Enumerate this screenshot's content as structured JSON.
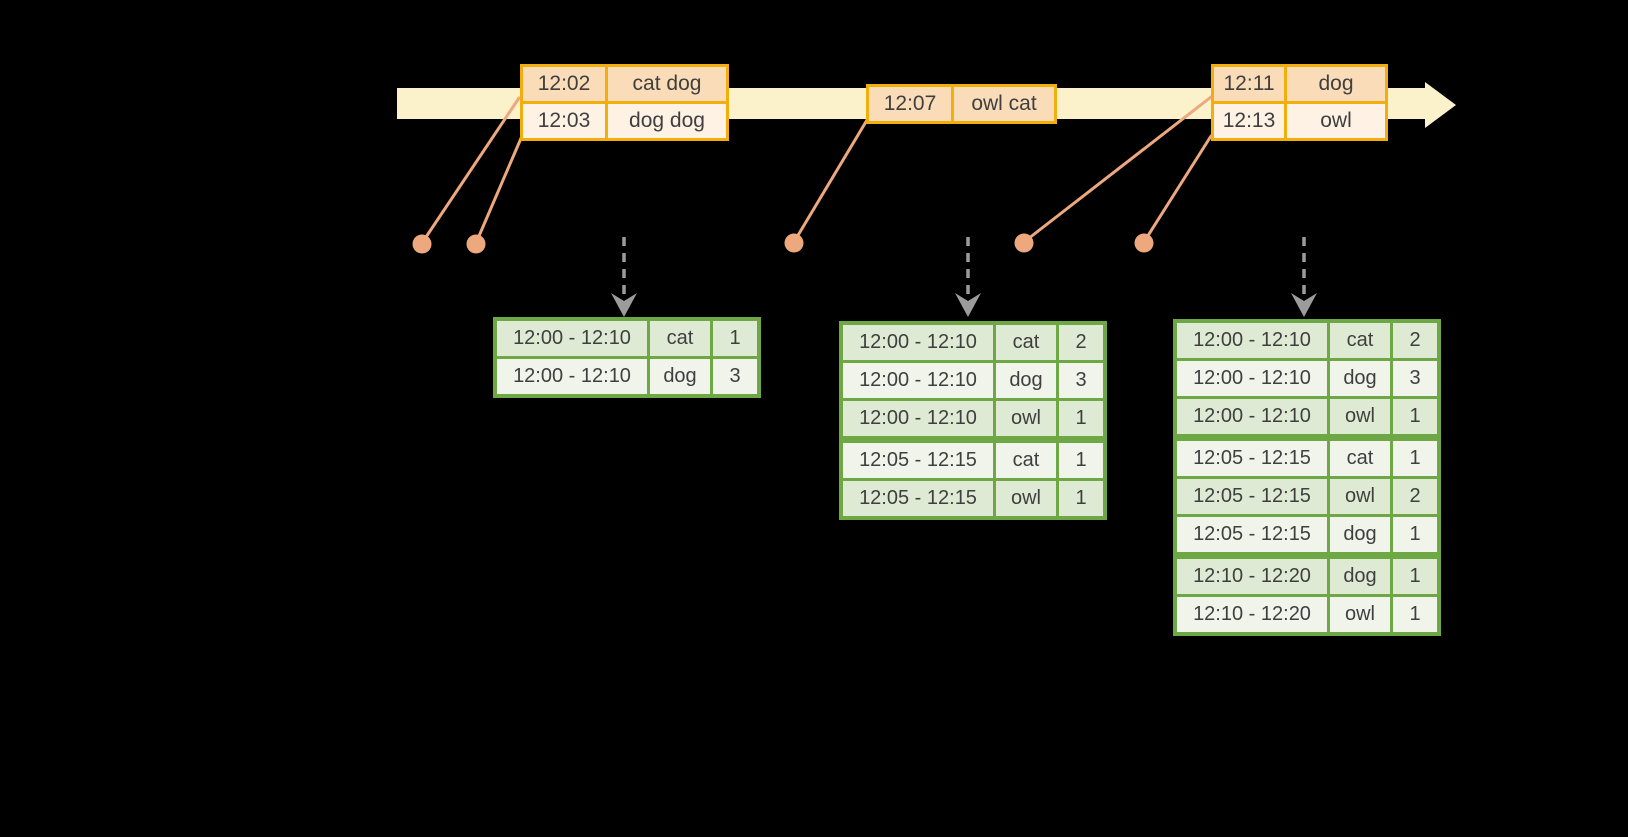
{
  "colors": {
    "background": "#000000",
    "band": "#FBF1CB",
    "gold": "#F2AE0C",
    "peach": "#FADCB9",
    "cream": "#FDF2E3",
    "salmon": "#EDA87D",
    "green": "#6EA844",
    "sage": "#DFEAD4",
    "sagelight": "#F0F4EB",
    "gray": "#9C9C9C",
    "ink": "#3F3F3F"
  },
  "event_tables": [
    {
      "rows": [
        {
          "time": "12:02",
          "words": "cat dog"
        },
        {
          "time": "12:03",
          "words": "dog dog"
        }
      ]
    },
    {
      "rows": [
        {
          "time": "12:07",
          "words": "owl cat"
        }
      ]
    },
    {
      "rows": [
        {
          "time": "12:11",
          "words": "dog"
        },
        {
          "time": "12:13",
          "words": "owl"
        }
      ]
    }
  ],
  "result_tables": [
    {
      "rows": [
        {
          "window": "12:00 - 12:10",
          "word": "cat",
          "count": "1"
        },
        {
          "window": "12:00 - 12:10",
          "word": "dog",
          "count": "3"
        }
      ]
    },
    {
      "rows": [
        {
          "window": "12:00 - 12:10",
          "word": "cat",
          "count": "2"
        },
        {
          "window": "12:00 - 12:10",
          "word": "dog",
          "count": "3"
        },
        {
          "window": "12:00 - 12:10",
          "word": "owl",
          "count": "1"
        },
        {
          "window": "12:05 - 12:15",
          "word": "cat",
          "count": "1"
        },
        {
          "window": "12:05 - 12:15",
          "word": "owl",
          "count": "1"
        }
      ]
    },
    {
      "rows": [
        {
          "window": "12:00 - 12:10",
          "word": "cat",
          "count": "2"
        },
        {
          "window": "12:00 - 12:10",
          "word": "dog",
          "count": "3"
        },
        {
          "window": "12:00 - 12:10",
          "word": "owl",
          "count": "1"
        },
        {
          "window": "12:05 - 12:15",
          "word": "cat",
          "count": "1"
        },
        {
          "window": "12:05 - 12:15",
          "word": "owl",
          "count": "2"
        },
        {
          "window": "12:05 - 12:15",
          "word": "dog",
          "count": "1"
        },
        {
          "window": "12:10 - 12:20",
          "word": "dog",
          "count": "1"
        },
        {
          "window": "12:10 - 12:20",
          "word": "owl",
          "count": "1"
        }
      ]
    }
  ]
}
